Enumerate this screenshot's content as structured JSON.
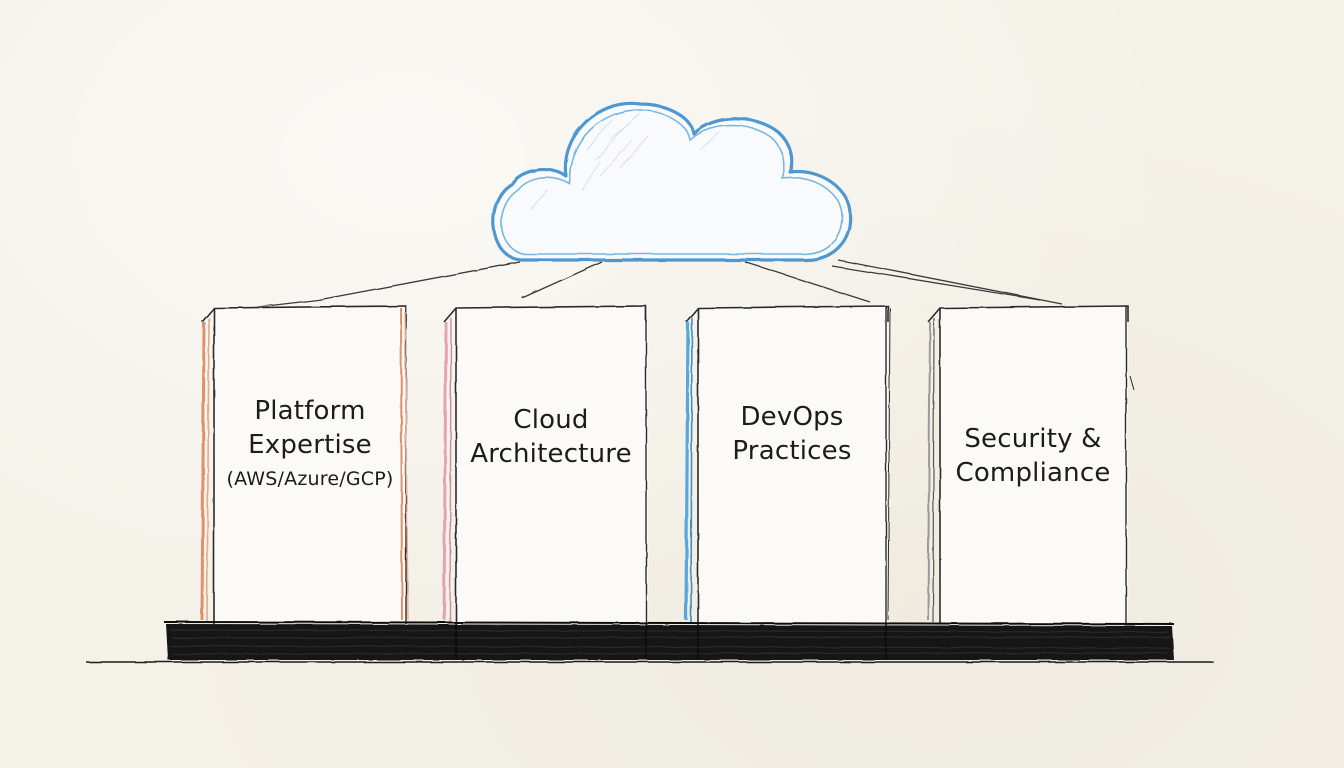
{
  "diagram": {
    "top_node": {
      "icon": "cloud-icon",
      "color": "#5a9fd4"
    },
    "pillars": [
      {
        "title_lines": [
          "Platform",
          "Expertise"
        ],
        "subtitle": "(AWS/Azure/GCP)",
        "accent_color": "#e0906a"
      },
      {
        "title_lines": [
          "Cloud",
          "Architecture"
        ],
        "subtitle": "",
        "accent_color": "#e3a3b4"
      },
      {
        "title_lines": [
          "DevOps",
          "Practices"
        ],
        "subtitle": "",
        "accent_color": "#5aa6da"
      },
      {
        "title_lines": [
          "Security &",
          "Compliance"
        ],
        "subtitle": "",
        "accent_color": "#9a9a9a"
      }
    ],
    "base": {
      "color": "#151515"
    }
  }
}
